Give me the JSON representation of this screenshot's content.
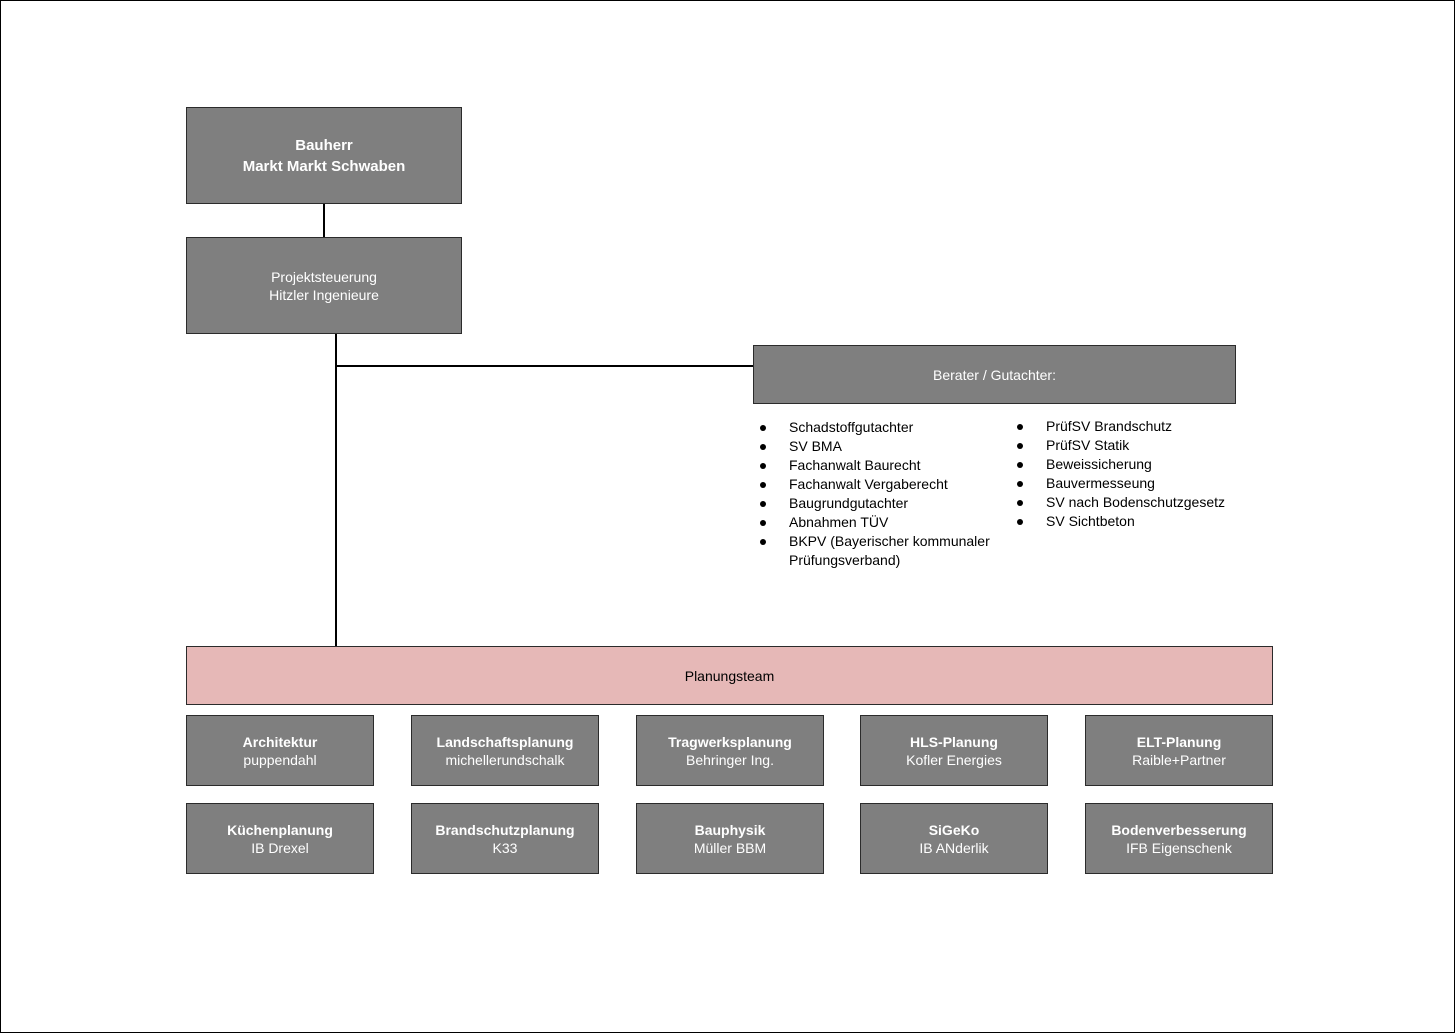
{
  "bauherr": {
    "title": "Bauherr",
    "name": "Markt Markt Schwaben"
  },
  "projektsteuerung": {
    "title": "Projektsteuerung",
    "name": "Hitzler Ingenieure"
  },
  "berater": {
    "title": "Berater / Gutachter:",
    "left": [
      "Schadstoffgutachter",
      "SV BMA",
      "Fachanwalt Baurecht",
      "Fachanwalt Vergaberecht",
      "Baugrundgutachter",
      "Abnahmen TÜV",
      "BKPV (Bayerischer kommunaler Prüfungsverband)"
    ],
    "right": [
      "PrüfSV Brandschutz",
      "PrüfSV Statik",
      "Beweissicherung",
      "Bauvermesseung",
      "SV nach Bodenschutzgesetz",
      "SV Sichtbeton"
    ]
  },
  "planungsteam": {
    "title": "Planungsteam"
  },
  "team": [
    {
      "title": "Architektur",
      "name": "puppendahl"
    },
    {
      "title": "Landschaftsplanung",
      "name": "michellerundschalk"
    },
    {
      "title": "Tragwerksplanung",
      "name": "Behringer Ing."
    },
    {
      "title": "HLS-Planung",
      "name": "Kofler Energies"
    },
    {
      "title": "ELT-Planung",
      "name": "Raible+Partner"
    },
    {
      "title": "Küchenplanung",
      "name": "IB Drexel"
    },
    {
      "title": "Brandschutzplanung",
      "name": "K33"
    },
    {
      "title": "Bauphysik",
      "name": "Müller BBM"
    },
    {
      "title": "SiGeKo",
      "name": "IB ANderlik"
    },
    {
      "title": "Bodenverbesserung",
      "name": "IFB Eigenschenk"
    }
  ],
  "colors": {
    "box": "#7f7f7f",
    "planungsteam": "#e6b8b7"
  }
}
